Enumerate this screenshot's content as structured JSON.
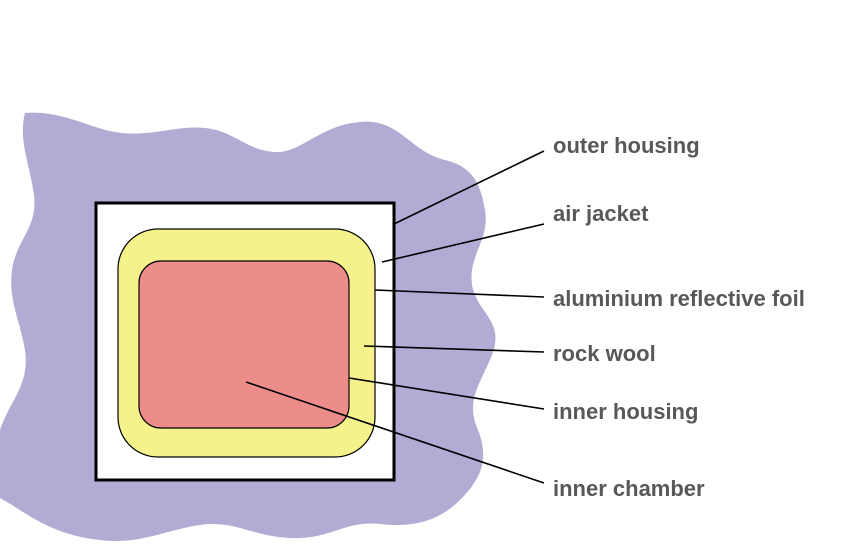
{
  "labels": {
    "outer_housing": "outer housing",
    "air_jacket": "air jacket",
    "aluminium_reflective_foil": "aluminium reflective foil",
    "rock_wool": "rock wool",
    "inner_housing": "inner housing",
    "inner_chamber": "inner chamber"
  },
  "colors": {
    "surroundings": "#b3abd4",
    "air_jacket": "#ffffff",
    "rock_wool": "#f5f28c",
    "inner_chamber": "#ec8d8a",
    "outline": "#000000",
    "label_text": "#585858"
  }
}
